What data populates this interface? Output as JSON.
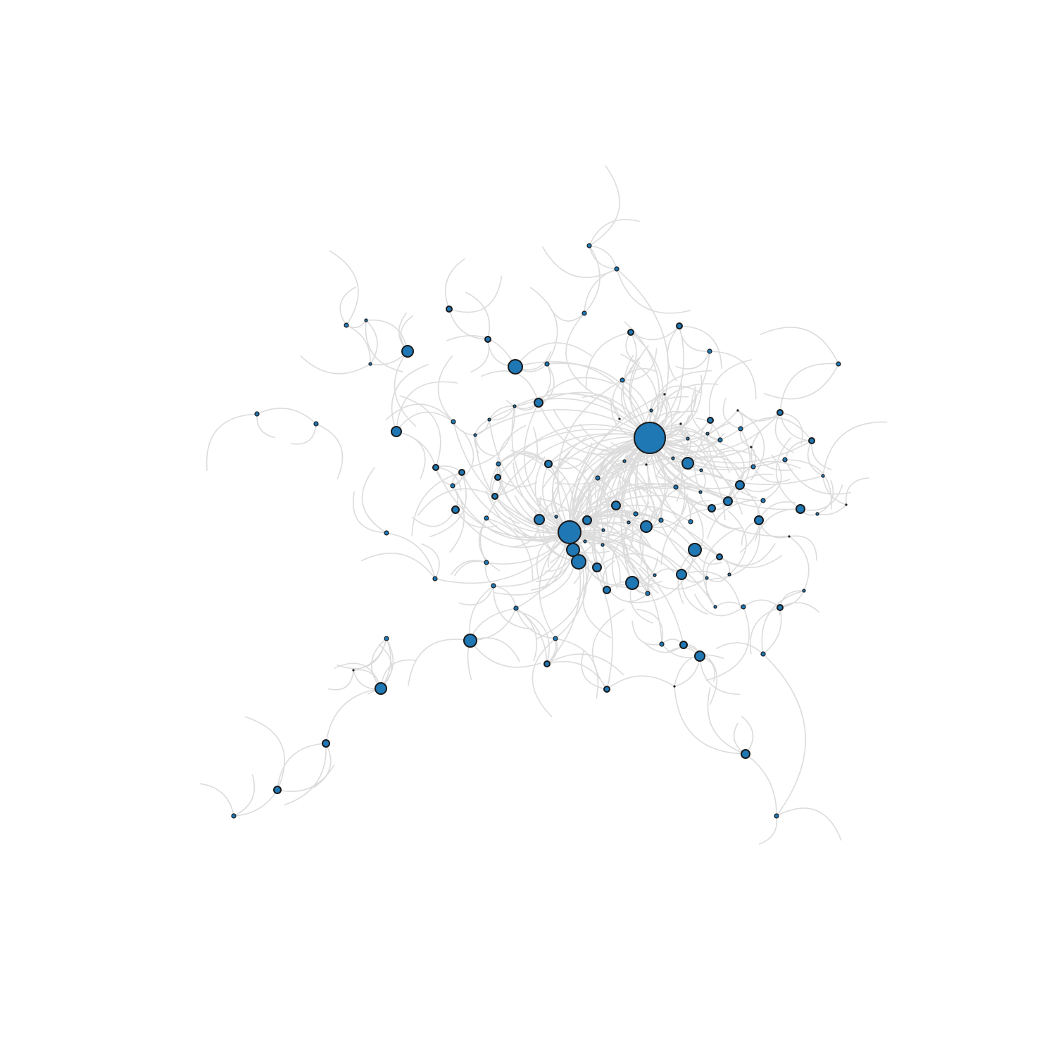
{
  "chart_data": {
    "type": "network",
    "node_fill": "#1f77b4",
    "node_stroke": "#1a1a1a",
    "edge_color": "#dcdcdc",
    "node_count": 118,
    "hub_count": 2
  }
}
